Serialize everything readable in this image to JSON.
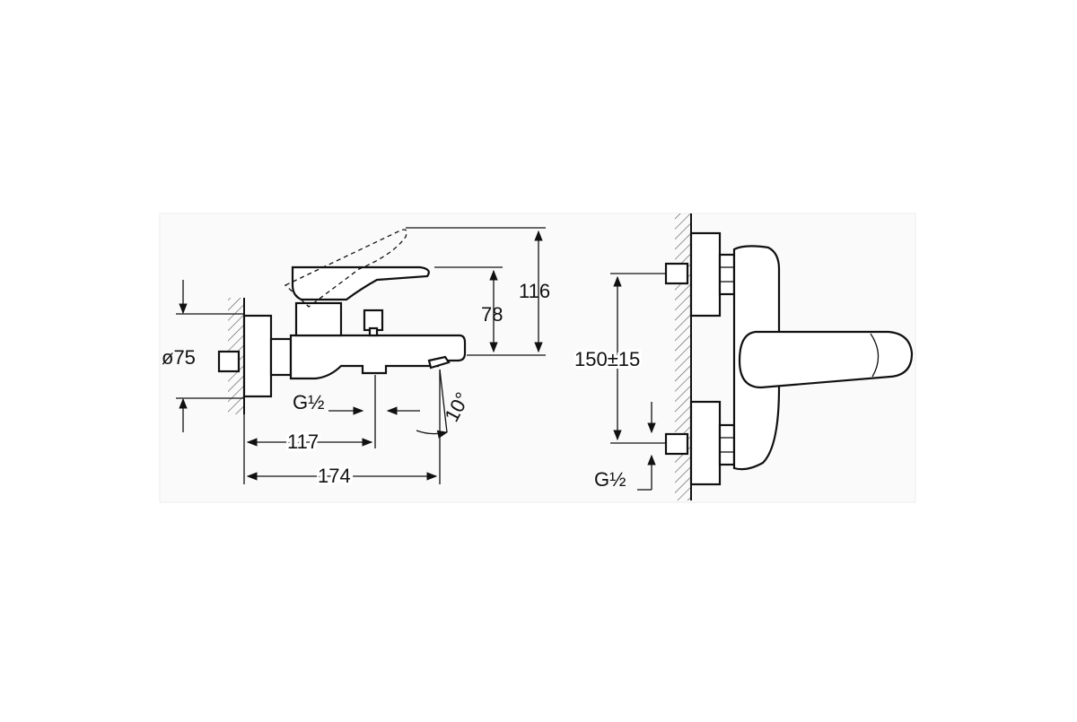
{
  "side_view": {
    "dim_height_total": "116",
    "dim_height_spout": "78",
    "dim_rosette_diameter": "ø75",
    "dim_projection_outlet": "117",
    "dim_projection_total": "174",
    "dim_spout_angle": "10°",
    "thread_outlet": "G½"
  },
  "front_view": {
    "dim_inlet_centres": "150±15",
    "thread_inlet": "G½"
  }
}
